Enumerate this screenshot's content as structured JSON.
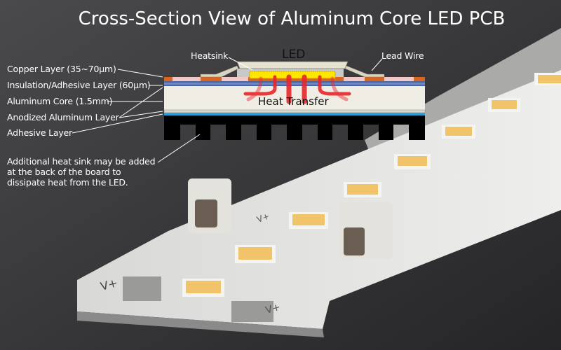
{
  "title": "Cross-Section View of Aluminum Core LED PCB",
  "diagram": {
    "top_labels": {
      "heatsink": "Heatsink",
      "led": "LED",
      "lead_wire": "Lead Wire"
    },
    "inner_label": "Heat Transfer",
    "layer_labels": [
      "Copper Layer (35~70µm)",
      "Insulation/Adhesive Layer (60µm)",
      "Aluminum Core (1.5mm)",
      "Anodized Aluminum Layer",
      "Adhesive Layer"
    ],
    "note": [
      "Additional heat sink may be added",
      "at the back of the board to",
      "dissipate heat from the LED."
    ],
    "colors": {
      "copper": "#d9661c",
      "pad": "#f0c8c8",
      "insulation": "#4a64a8",
      "core": "#efede4",
      "adhesive": "#2aa0d6",
      "heatsink": "#000000",
      "die": "#ffe600",
      "heat": "#e8262c"
    }
  },
  "photo": {
    "board_marking": [
      "V+",
      "V+",
      "V+"
    ]
  }
}
